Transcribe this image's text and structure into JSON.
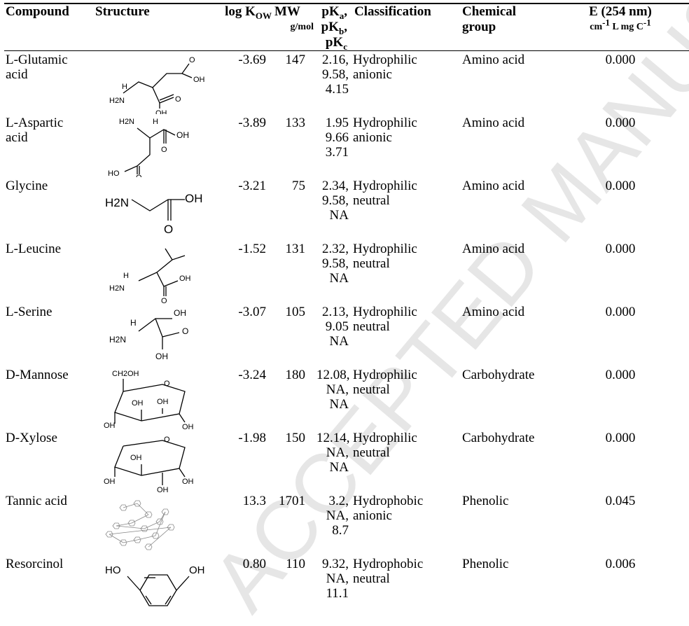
{
  "headers": {
    "compound": "Compound",
    "structure": "Structure",
    "logk_prefix": "log K",
    "logk_sub": "OW",
    "mw": "MW",
    "mw_unit": "g/mol",
    "pk_line1": "pK",
    "pk_a": "a",
    "pk_line2": "pK",
    "pk_b": "b",
    "pk_line3": "pK",
    "pk_c": "c",
    "classification": "Classification",
    "chemical": "Chemical",
    "group": "group",
    "e": "E (254 nm)",
    "e_unit": "cm-1 L mg C-1"
  },
  "rows": [
    {
      "compound_l1": "L-Glutamic",
      "compound_l2": "acid",
      "logk": "-3.69",
      "mw": "147",
      "pk1": "2.16,",
      "pk2": "9.58,",
      "pk3": "4.15",
      "class_l1": "Hydrophilic",
      "class_l2": "anionic",
      "group": "Amino acid",
      "e": "0.000",
      "structure_icon": "glutamic-acid-structure-icon"
    },
    {
      "compound_l1": "L-Aspartic",
      "compound_l2": "acid",
      "logk": "-3.89",
      "mw": "133",
      "pk1": "1.95",
      "pk2": "9.66",
      "pk3": "3.71",
      "class_l1": "Hydrophilic",
      "class_l2": "anionic",
      "group": "Amino acid",
      "e": "0.000",
      "structure_icon": "aspartic-acid-structure-icon"
    },
    {
      "compound_l1": "Glycine",
      "compound_l2": "",
      "logk": "-3.21",
      "mw": "75",
      "pk1": "2.34,",
      "pk2": "9.58,",
      "pk3": "NA",
      "class_l1": "Hydrophilic",
      "class_l2": "neutral",
      "group": "Amino acid",
      "e": "0.000",
      "structure_icon": "glycine-structure-icon"
    },
    {
      "compound_l1": "L-Leucine",
      "compound_l2": "",
      "logk": "-1.52",
      "mw": "131",
      "pk1": "2.32,",
      "pk2": "9.58,",
      "pk3": "NA",
      "class_l1": "Hydrophilic",
      "class_l2": "neutral",
      "group": "Amino acid",
      "e": "0.000",
      "structure_icon": "leucine-structure-icon"
    },
    {
      "compound_l1": "L-Serine",
      "compound_l2": "",
      "logk": "-3.07",
      "mw": "105",
      "pk1": "2.13,",
      "pk2": "9.05",
      "pk3": "NA",
      "class_l1": "Hydrophilic",
      "class_l2": "neutral",
      "group": "Amino acid",
      "e": "0.000",
      "structure_icon": "serine-structure-icon"
    },
    {
      "compound_l1": "D-Mannose",
      "compound_l2": "",
      "logk": "-3.24",
      "mw": "180",
      "pk1": "12.08,",
      "pk2": "NA,",
      "pk3": "NA",
      "class_l1": "Hydrophilic",
      "class_l2": "neutral",
      "group": "Carbohydrate",
      "e": "0.000",
      "structure_icon": "mannose-structure-icon"
    },
    {
      "compound_l1": "D-Xylose",
      "compound_l2": "",
      "logk": "-1.98",
      "mw": "150",
      "pk1": "12.14,",
      "pk2": "NA,",
      "pk3": "NA",
      "class_l1": "Hydrophilic",
      "class_l2": "neutral",
      "group": "Carbohydrate",
      "e": "0.000",
      "structure_icon": "xylose-structure-icon"
    },
    {
      "compound_l1": "Tannic acid",
      "compound_l2": "",
      "logk": "13.3",
      "mw": "1701",
      "pk1": "3.2,",
      "pk2": "NA,",
      "pk3": "8.7",
      "class_l1": "Hydrophobic",
      "class_l2": "anionic",
      "group": "Phenolic",
      "e": "0.045",
      "structure_icon": "tannic-acid-structure-icon"
    },
    {
      "compound_l1": "Resorcinol",
      "compound_l2": "",
      "logk": "0.80",
      "mw": "110",
      "pk1": "9.32,",
      "pk2": "NA,",
      "pk3": "11.1",
      "class_l1": "Hydrophobic",
      "class_l2": "neutral",
      "group": "Phenolic",
      "e": "0.006",
      "structure_icon": "resorcinol-structure-icon"
    }
  ],
  "structure_labels": {
    "oh": "OH",
    "h2n": "H2N",
    "ho": "HO",
    "ch2oh": "CH2OH",
    "h": "H",
    "o": "O"
  },
  "watermark_text": "ACCEPTED MANUSCRIPT",
  "colors": {
    "text": "#000000",
    "watermark": "#e4e4e4"
  }
}
